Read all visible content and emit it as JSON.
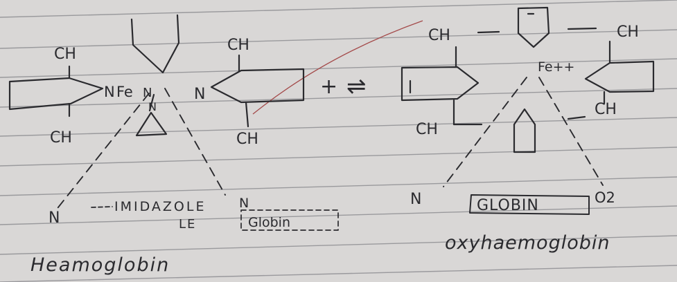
{
  "left": {
    "ch_top_left": "CH",
    "ch_top_right": "CH",
    "ch_bottom_left": "CH",
    "ch_bottom_right": "CH",
    "n_left": "N",
    "fe": "Fe",
    "n_fe": "N",
    "n_right": "N",
    "n_below": "N",
    "n_bottom_left": "N",
    "imidazole_line1": "IMIDAZOLE",
    "imidazole_line2": "LE",
    "n_bottom_right": "N",
    "globin": "Globin",
    "caption": "Heamoglobin"
  },
  "center": {
    "plus": "+",
    "equilibrium_symbol": "⇌"
  },
  "right": {
    "ch_top_left": "CH",
    "ch_top_right": "CH",
    "ch_right": "CH",
    "ch_bottom_left": "CH",
    "fe": "Fe++",
    "n_bottom_left": "N",
    "globin": "GLOBIN",
    "o2": "O2",
    "caption": "oxyhaemoglobin"
  },
  "colors": {
    "paper": "#d9d7d6",
    "ruled_line": "#8a8a8e",
    "ink": "#2a2a2e",
    "red_margin": "#a44a4a"
  }
}
